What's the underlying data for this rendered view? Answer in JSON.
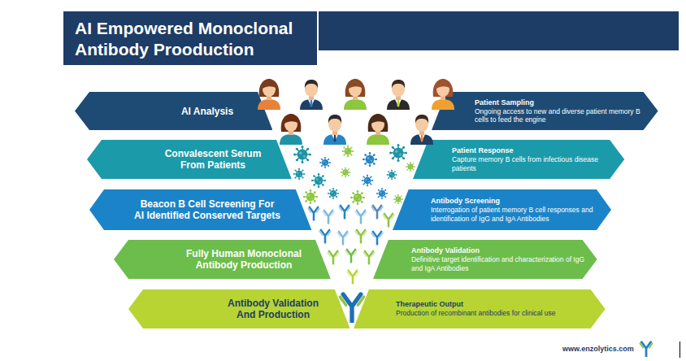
{
  "diagram": {
    "title": "AI Empowered Monoclonal Antibody Prooduction",
    "nodes": [
      {
        "text": [
          "AI Analysis"
        ]
      },
      {
        "text": [
          "Patient Sampling",
          "Ongoing access to new and diverse patient memory B cells to feed the engine"
        ]
      },
      {
        "text": [
          "Convalescent Serum From Patients"
        ]
      },
      {
        "text": [
          "Patient Response",
          "Capture memory B cells from infectious disease patients"
        ]
      },
      {
        "text": [
          "Beacon B Cell Screening For AI Identified Conserved Targets"
        ]
      },
      {
        "text": [
          "Antibody Screening",
          "Interrogation of patient memory B cell responses and identification of IgG and IgA Antibodies"
        ]
      },
      {
        "text": [
          "Fully Human Monoclonal Antibody Production"
        ]
      },
      {
        "text": [
          "Antibody Validation",
          "Definitive target identification and characterization of IgG and IgA Antibodies"
        ]
      },
      {
        "text": [
          "Antibody Validation And Production"
        ]
      },
      {
        "text": [
          "Therapeutic Output",
          "Production of recombinant antibodies for clinical use"
        ]
      }
    ],
    "labels": [
      "www.enzolytics.com"
    ]
  }
}
